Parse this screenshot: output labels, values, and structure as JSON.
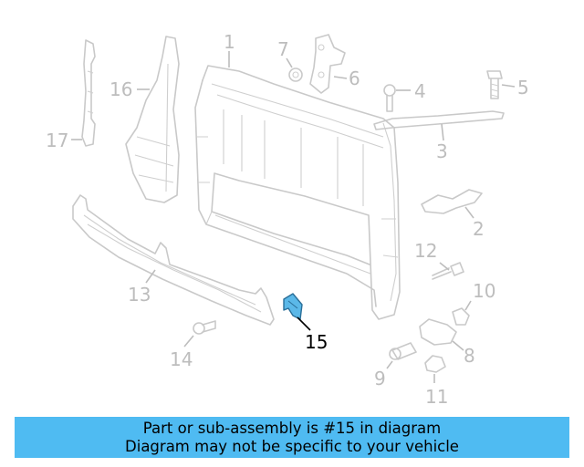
{
  "callouts": {
    "c1": "1",
    "c2": "2",
    "c3": "3",
    "c4": "4",
    "c5": "5",
    "c6": "6",
    "c7": "7",
    "c8": "8",
    "c9": "9",
    "c10": "10",
    "c11": "11",
    "c12": "12",
    "c13": "13",
    "c14": "14",
    "c15": "15",
    "c16": "16",
    "c17": "17"
  },
  "highlight": {
    "part": "15",
    "color": "#5bb8e8"
  },
  "banner": {
    "line1": "Part or sub-assembly is #15 in diagram",
    "line2": "Diagram may not be specific to your vehicle",
    "color": "#4fbbf2"
  }
}
